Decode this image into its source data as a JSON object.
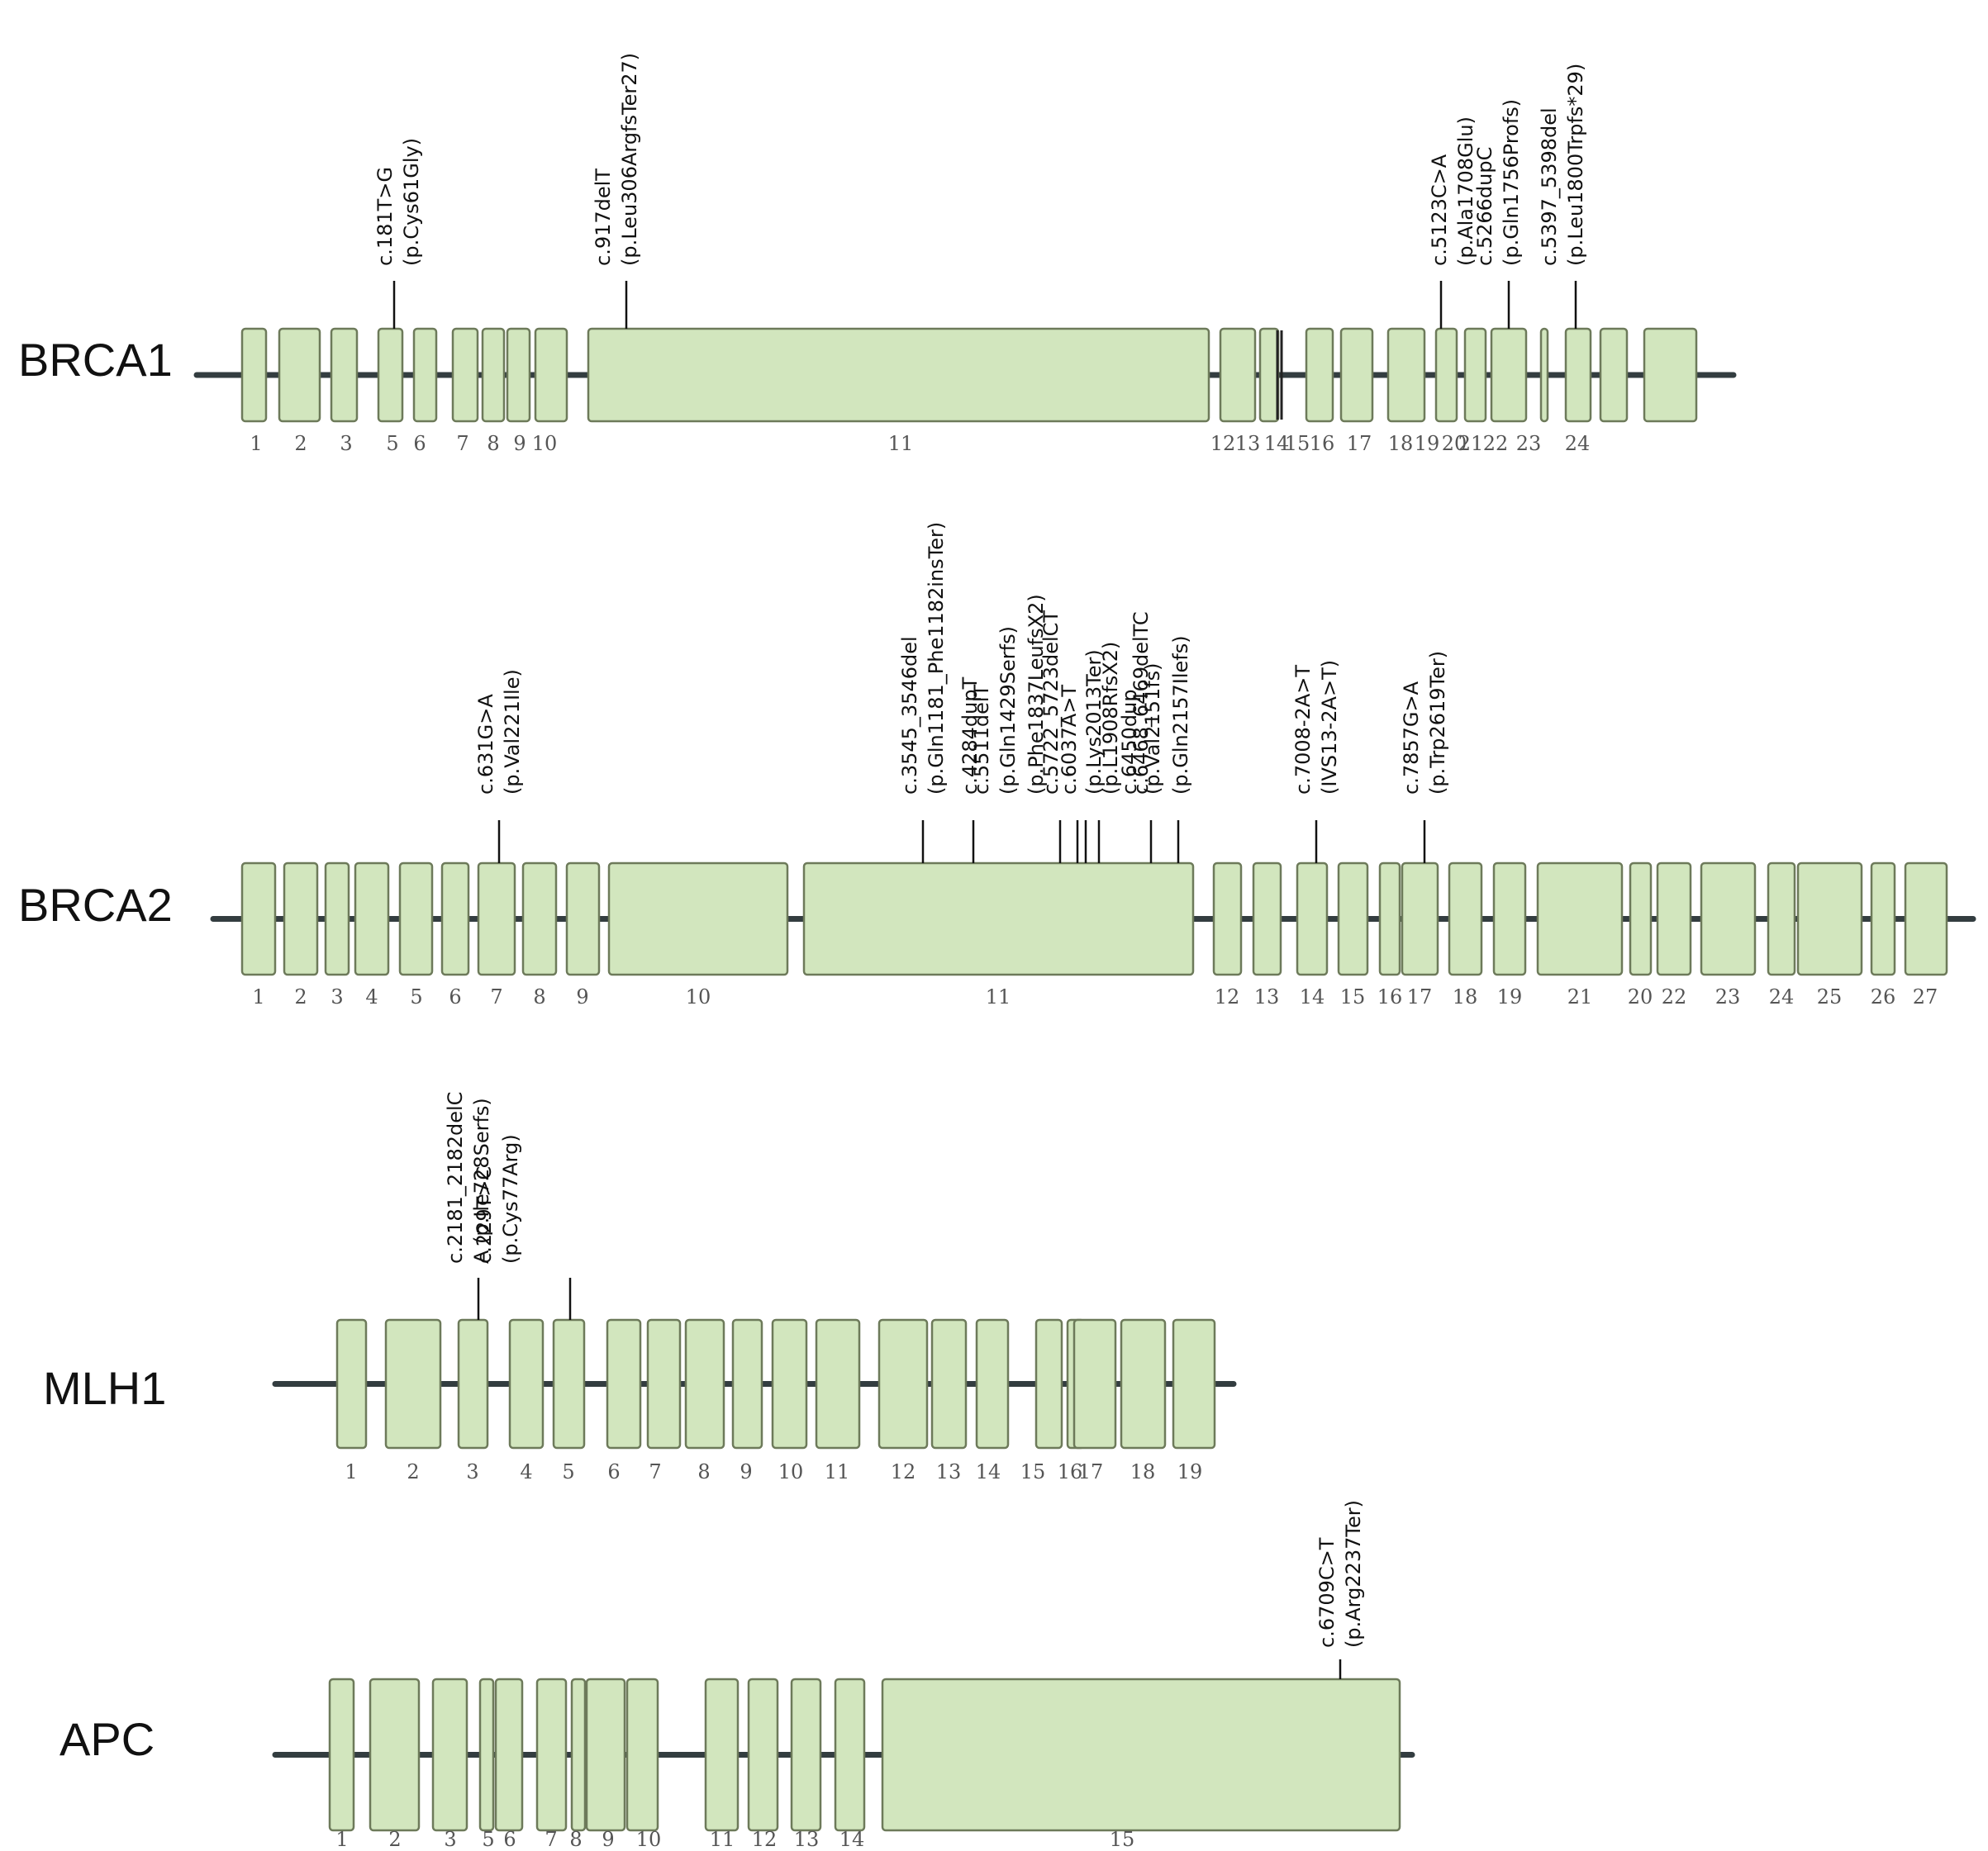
{
  "colors": {
    "exon_fill": "#d2e6be",
    "exon_stroke": "#6d7a5a",
    "backbone": "#333d40",
    "text": "#111111"
  },
  "genes": [
    {
      "name": "BRCA1",
      "exons": [
        "1",
        "2",
        "3",
        "5",
        "6",
        "7",
        "8",
        "9",
        "10",
        "11",
        "12",
        "13",
        "14",
        "15",
        "16",
        "17",
        "18",
        "19",
        "20",
        "21",
        "22",
        "23",
        "24"
      ],
      "mutations": [
        [
          "c.181T>G",
          "(p.Cys61Gly)"
        ],
        [
          "c.917delT",
          "(p.Leu306ArgfsTer27)"
        ],
        [
          "c.5123C>A",
          "(p.Ala1708Glu)"
        ],
        [
          "c.5266dupC",
          "(p.Gln1756Profs)"
        ],
        [
          "c.5397_5398del",
          "(p.Leu1800Trpfs*29)"
        ]
      ]
    },
    {
      "name": "BRCA2",
      "exons": [
        "1",
        "2",
        "3",
        "4",
        "5",
        "6",
        "7",
        "8",
        "9",
        "10",
        "11",
        "12",
        "13",
        "14",
        "15",
        "16",
        "17",
        "18",
        "19",
        "21",
        "20",
        "22",
        "23",
        "24",
        "25",
        "26",
        "27"
      ],
      "mutations": [
        [
          "c.631G>A",
          "(p.Val221Ile)"
        ],
        [
          "c.3545_3546del",
          "(p.Gln1181_Phe1182insTer)"
        ],
        [
          "c.4284dupT",
          "(p.Gln1429Serfs)"
        ],
        [
          "c.5511delT",
          "(p.Phe1837LeufsX2)"
        ],
        [
          "c.5722_5723delCT",
          "(p.L1908RfsX2)"
        ],
        [
          "c.6037A>T",
          "(p.Lys2013Ter)"
        ],
        [
          "c.6450dup",
          "(p.Val2151fs)"
        ],
        [
          "c.6468_6469delTC",
          "(p.Gln2157Ilefs)"
        ],
        [
          "c.7008-2A>T",
          "(IVS13-2A>T)"
        ],
        [
          "c.7857G>A",
          "(p.Trp2619Ter)"
        ]
      ]
    },
    {
      "name": "MLH1",
      "exons": [
        "1",
        "2",
        "3",
        "4",
        "5",
        "6",
        "7",
        "8",
        "9",
        "10",
        "11",
        "12",
        "13",
        "14",
        "15",
        "16",
        "17",
        "18",
        "19"
      ],
      "mutations": [
        [
          "c.2181_2182delC",
          "A (p.Ile728Serfs)"
        ],
        [
          "c.229T>C",
          "(p.Cys77Arg)"
        ]
      ]
    },
    {
      "name": "APC",
      "exons": [
        "1",
        "2",
        "3",
        "5",
        "6",
        "7",
        "8",
        "9",
        "10",
        "11",
        "12",
        "13",
        "14",
        "15"
      ],
      "mutations": [
        [
          "c.6709C>T",
          "(p.Arg2237Ter)"
        ]
      ]
    }
  ]
}
